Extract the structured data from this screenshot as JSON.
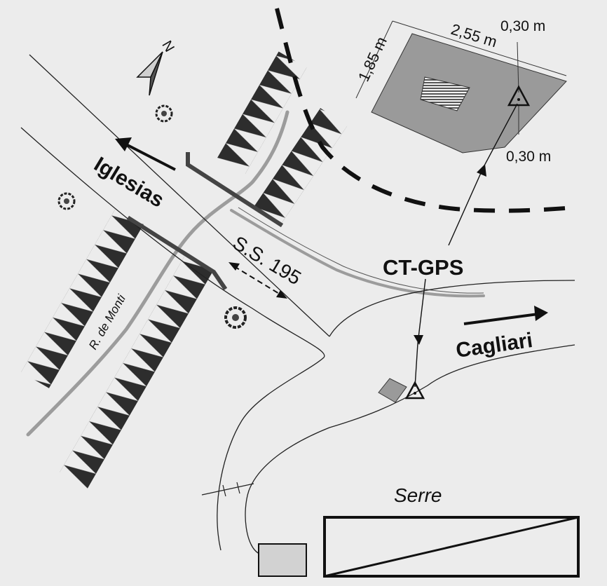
{
  "labels": {
    "north": "N",
    "iglesias": "Iglesias",
    "cagliari": "Cagliari",
    "road": "S.S. 195",
    "river": "R. de Monti",
    "station": "CT-GPS",
    "greenhouses": "Serre",
    "dim_width": "2,55 m",
    "dim_height": "1,85 m",
    "dim_offset_top": "0,30 m",
    "dim_offset_side": "0,30 m"
  },
  "icons": [
    "north-arrow-icon",
    "tree-icon",
    "gps-station-icon",
    "direction-arrow-icon"
  ],
  "colors": {
    "background": "#ececec",
    "building": "#9a9a9a",
    "dashed_boundary": "#111111",
    "river": "#9c9c9c",
    "embankment": "#333333"
  }
}
